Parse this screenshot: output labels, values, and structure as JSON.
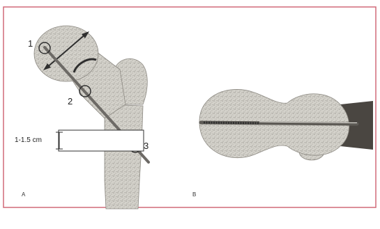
{
  "labels": {
    "entry_point": "1",
    "neck_point": "2",
    "exit_point": "3",
    "range": "1-1.5 cm",
    "panel_a": "A",
    "panel_b": "B"
  },
  "colors": {
    "frame": "#d06a78",
    "bone_fill": "#cfcdc6",
    "bone_texture": "#9f9c95",
    "pin": "#6d6a66",
    "marker": "#2f2f2f",
    "dark_block": "#4a4641"
  }
}
